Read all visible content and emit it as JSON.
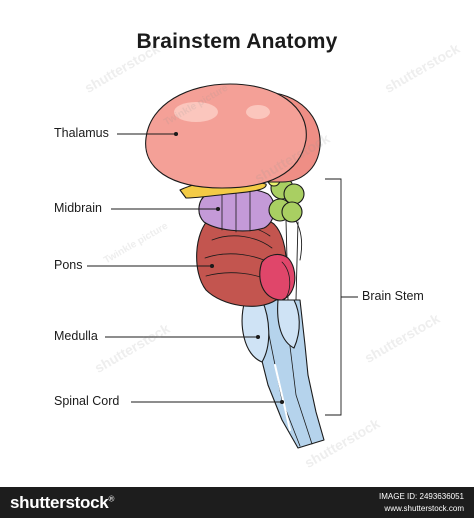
{
  "title": "Brainstem Anatomy",
  "labels": {
    "thalamus": "Thalamus",
    "midbrain": "Midbrain",
    "pons": "Pons",
    "medulla": "Medulla",
    "spinal_cord": "Spinal Cord",
    "brain_stem": "Brain Stem"
  },
  "watermark": {
    "site": "shutterstock",
    "contributor": "Twinkle picture"
  },
  "footer": {
    "brand": "shutterstock",
    "reg": "®",
    "image_id": "IMAGE ID: 2493636051",
    "site": "www.shutterstock.com"
  },
  "colors": {
    "thalamus": "#f4a097",
    "midbrain": "#c49ad8",
    "pons": "#c3554f",
    "spinal_cord": "#b5d3ec",
    "colliculi": "#a9cf62",
    "outline": "#1b1b1b"
  }
}
